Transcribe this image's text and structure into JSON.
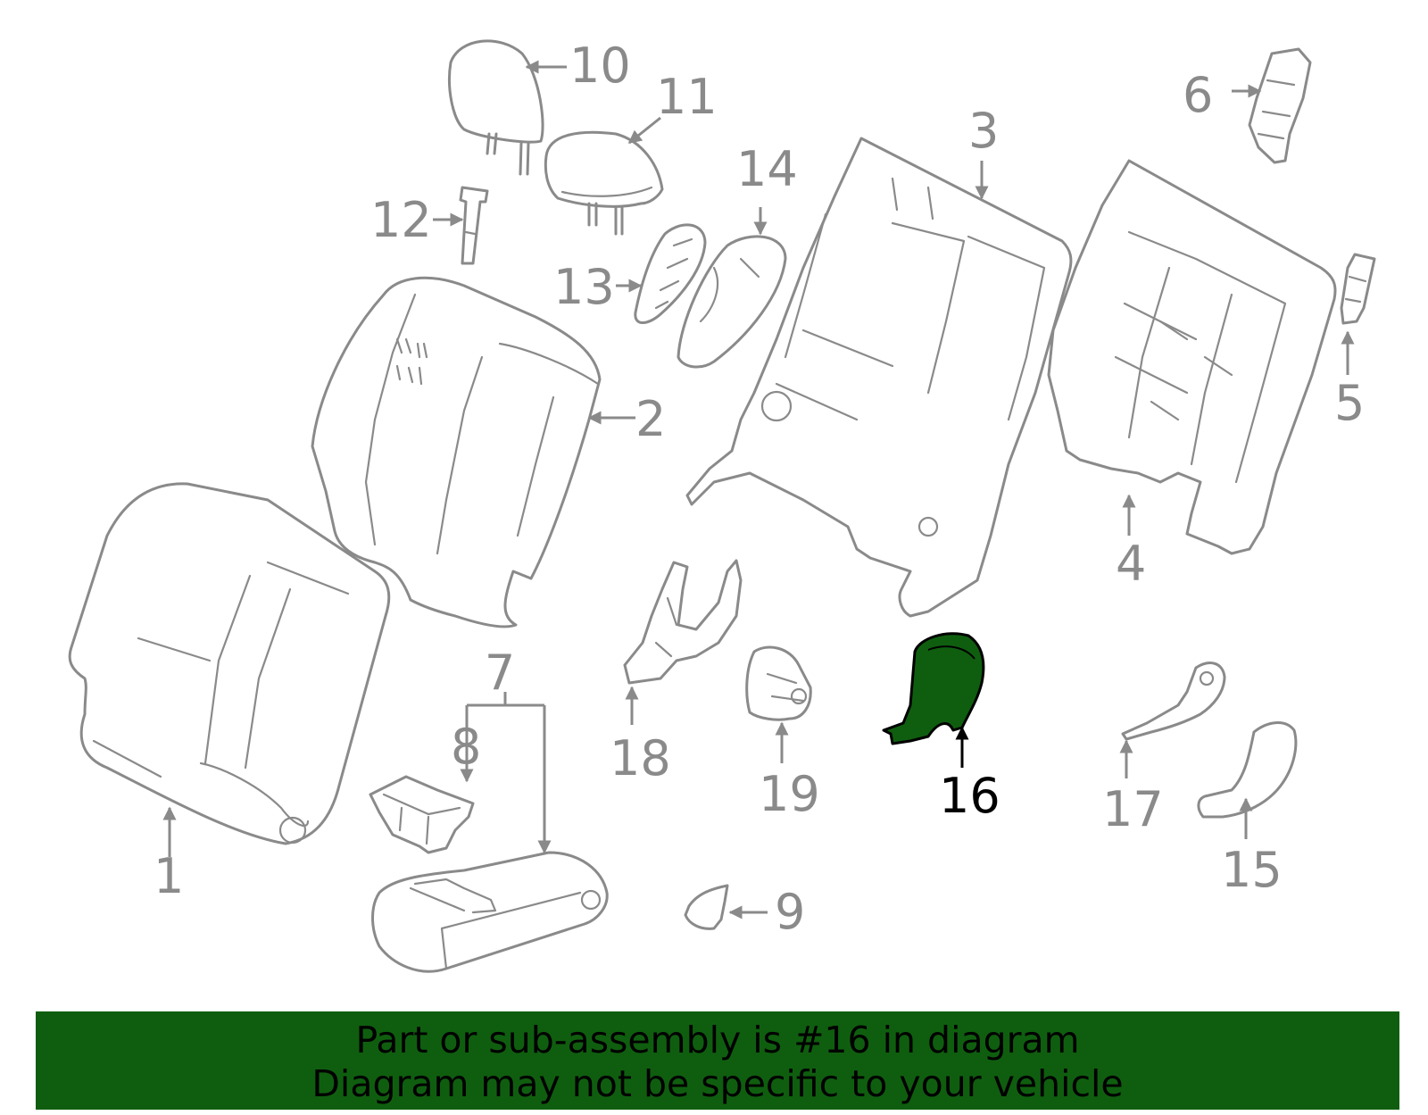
{
  "colors": {
    "line": "#8a8a8a",
    "highlight_fill": "#0f5e0f",
    "highlight_text": "#000000",
    "banner_bg": "#0f5e0f",
    "background": "#ffffff"
  },
  "highlighted_part": "16",
  "callouts": {
    "p1": "1",
    "p2": "2",
    "p3": "3",
    "p4": "4",
    "p5": "5",
    "p6": "6",
    "p7": "7",
    "p8": "8",
    "p9": "9",
    "p10": "10",
    "p11": "11",
    "p12": "12",
    "p13": "13",
    "p14": "14",
    "p15": "15",
    "p16": "16",
    "p17": "17",
    "p18": "18",
    "p19": "19"
  },
  "banner": {
    "line1": "Part or sub-assembly is #16 in diagram",
    "line2": "Diagram may not be specific to your vehicle"
  }
}
